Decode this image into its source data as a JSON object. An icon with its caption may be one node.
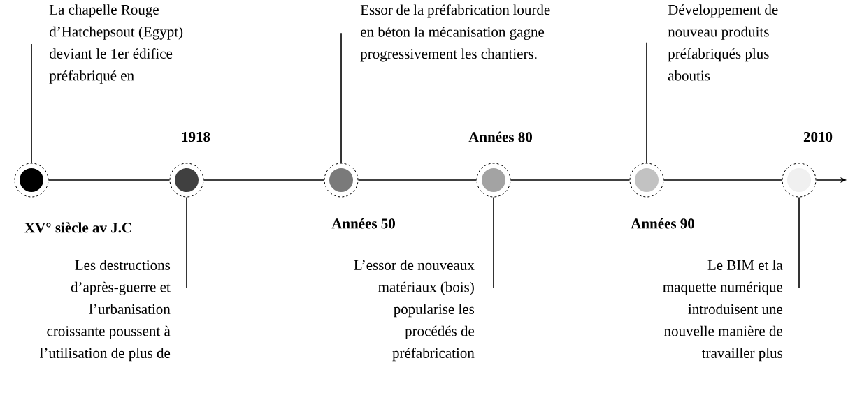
{
  "diagram": {
    "nodes": [
      {
        "text": [],
        "shape": "circle",
        "beside": [
          "XV° siècle av J.C"
        ]
      },
      {
        "text": [],
        "shape": "circle",
        "beside": [
          "1918"
        ]
      },
      {
        "text": [],
        "shape": "circle",
        "beside": [
          "Années 50"
        ]
      },
      {
        "text": [],
        "shape": "circle",
        "beside": [
          "Années 80"
        ]
      },
      {
        "text": [],
        "shape": "circle",
        "beside": [
          "Années 90"
        ]
      },
      {
        "text": [],
        "shape": "circle",
        "beside": [
          "2010"
        ]
      },
      {
        "text": [
          "La chapelle Rouge d’Hatchepsout (Egypt) deviant le 1er édifice préfabriqué en"
        ]
      },
      {
        "text": [
          "Les destructions d’après-guerre et l’urbanisation croissante poussent à l’utilisation de plus de"
        ]
      },
      {
        "text": [
          "Essor de la préfabrication lourde en béton la mécanisation gagne progressivement les chantiers."
        ]
      },
      {
        "text": [
          "L’essor de nouveaux matériaux (bois) popularise les procédés de préfabrication"
        ]
      },
      {
        "text": [
          "Développement de nouveau produits préfabriqués plus aboutis"
        ]
      },
      {
        "text": [
          "Le BIM et la maquette numérique introduisent une nouvelle manière de travailler plus"
        ]
      }
    ],
    "edges": [
      {
        "from": 0,
        "to": 1,
        "arrow": "none"
      },
      {
        "from": 1,
        "to": 2,
        "arrow": "none"
      },
      {
        "from": 2,
        "to": 3,
        "arrow": "none"
      },
      {
        "from": 3,
        "to": 4,
        "arrow": "none"
      },
      {
        "from": 4,
        "to": 5,
        "arrow": "none"
      },
      {
        "from": 5,
        "to": null,
        "arrow": "to"
      },
      {
        "from": 6,
        "to": 0,
        "arrow": "none"
      },
      {
        "from": 7,
        "to": 1,
        "arrow": "none"
      },
      {
        "from": 8,
        "to": 2,
        "arrow": "none"
      },
      {
        "from": 9,
        "to": 3,
        "arrow": "none"
      },
      {
        "from": 10,
        "to": 4,
        "arrow": "none"
      },
      {
        "from": 11,
        "to": 5,
        "arrow": "none"
      }
    ]
  }
}
